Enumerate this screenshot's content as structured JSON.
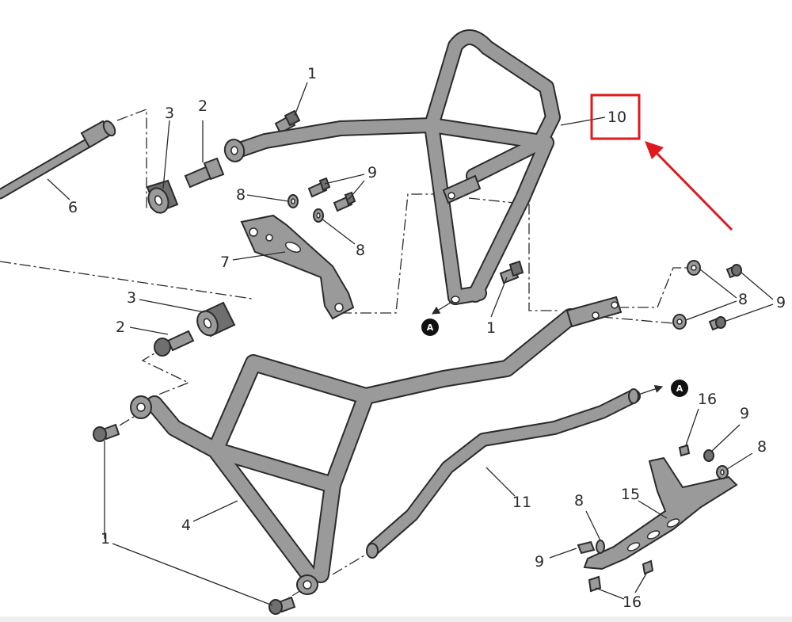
{
  "callouts": {
    "c1a": "1",
    "c1b": "1",
    "c1c": "1",
    "c2a": "2",
    "c2b": "2",
    "c3a": "3",
    "c3b": "3",
    "c4": "4",
    "c6": "6",
    "c7": "7",
    "c8a": "8",
    "c8b": "8",
    "c8c": "8",
    "c8d": "8",
    "c8e": "8",
    "c9a": "9",
    "c9b": "9",
    "c9c": "9",
    "c9d": "9",
    "c10": "10",
    "c11": "11",
    "c15": "15",
    "c16a": "16",
    "c16b": "16"
  },
  "reference_markers": {
    "a1": "A",
    "a2": "A"
  },
  "highlight": {
    "target": "10",
    "color": "#e0191e"
  },
  "colors": {
    "part_fill": "#9a9a9a",
    "outline": "#2b2b2b"
  }
}
